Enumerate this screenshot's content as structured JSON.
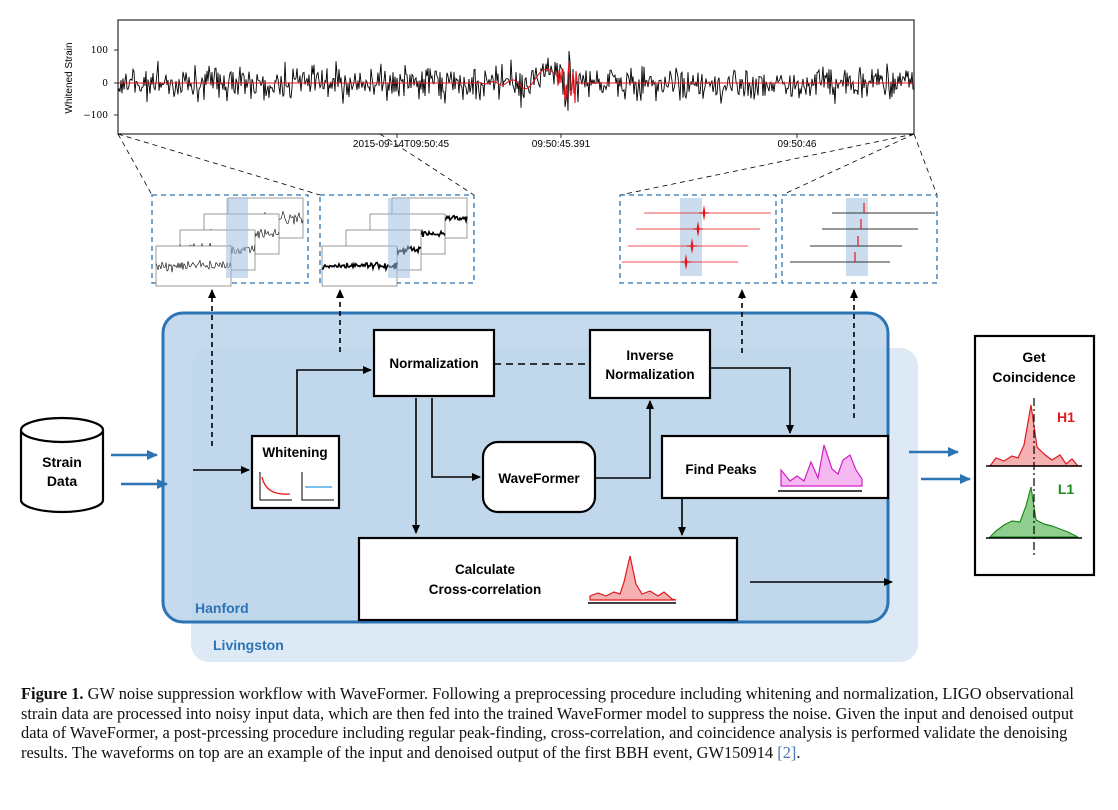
{
  "strain_plot": {
    "ylabel": "Whitened Strain",
    "yticks": [
      "100",
      "0",
      "−100"
    ],
    "xticks": [
      "2015-09-14T09:50:45",
      "09:50:45.391",
      "09:50:46"
    ]
  },
  "workflow": {
    "strain_data": "Strain\nData",
    "whitening": "Whitening",
    "normalization": "Normalization",
    "inverse_normalization": "Inverse\nNormalization",
    "waveformer": "WaveFormer",
    "find_peaks": "Find Peaks",
    "cross_correlation": "Calculate\nCross-correlation",
    "hanford": "Hanford",
    "livingston": "Livingston",
    "get_coincidence": "Get\nCoincidence",
    "h1": "H1",
    "l1": "L1"
  },
  "colors": {
    "signal": "#e8161c",
    "hanford_border": "#2d74b5",
    "hanford_fill": "#bcd4ea",
    "livingston_fill": "#dde9f4",
    "h1": "#e0191f",
    "l1": "#1d8a1d",
    "peaks": "#d21fc6"
  },
  "caption": {
    "label": "Figure 1.",
    "text": " GW noise suppression workflow with WaveFormer. Following a preprocessing procedure including whitening and normalization, LIGO observational strain data are processed into noisy input data, which are then fed into the trained WaveFormer model to suppress the noise. Given the input and denoised output data of WaveFormer, a post-prcessing procedure including regular peak-finding, cross-correlation, and coincidence analysis is performed validate the denoising results. The waveforms on top are an example of the input and denoised output of the first BBH event, GW150914 ",
    "ref": "[2]",
    "end": "."
  }
}
